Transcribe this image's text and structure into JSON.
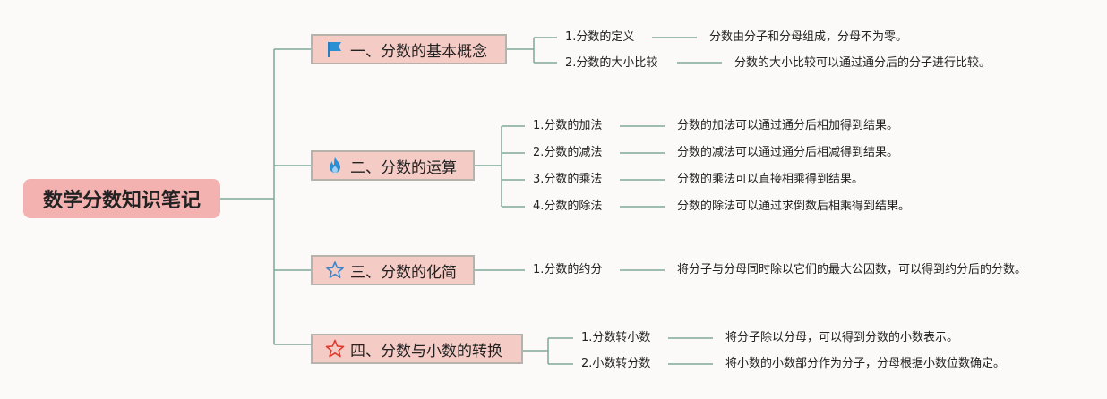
{
  "root": {
    "title": "数学分数知识笔记"
  },
  "branches": [
    {
      "title": "一、分数的基本概念",
      "icon": "flag-icon",
      "items": [
        {
          "label": "1.分数的定义",
          "desc": "分数由分子和分母组成，分母不为零。"
        },
        {
          "label": "2.分数的大小比较",
          "desc": "分数的大小比较可以通过通分后的分子进行比较。"
        }
      ]
    },
    {
      "title": "二、分数的运算",
      "icon": "flame-icon",
      "items": [
        {
          "label": "1.分数的加法",
          "desc": "分数的加法可以通过通分后相加得到结果。"
        },
        {
          "label": "2.分数的减法",
          "desc": "分数的减法可以通过通分后相减得到结果。"
        },
        {
          "label": "3.分数的乘法",
          "desc": "分数的乘法可以直接相乘得到结果。"
        },
        {
          "label": "4.分数的除法",
          "desc": "分数的除法可以通过求倒数后相乘得到结果。"
        }
      ]
    },
    {
      "title": "三、分数的化简",
      "icon": "star-outline-icon",
      "items": [
        {
          "label": "1.分数的约分",
          "desc": "将分子与分母同时除以它们的最大公因数，可以得到约分后的分数。"
        }
      ]
    },
    {
      "title": "四、分数与小数的转换",
      "icon": "red-star-icon",
      "items": [
        {
          "label": "1.分数转小数",
          "desc": "将分子除以分母，可以得到分数的小数表示。"
        },
        {
          "label": "2.小数转分数",
          "desc": "将小数的小数部分作为分子，分母根据小数位数确定。"
        }
      ]
    }
  ],
  "colors": {
    "root_fill": "#f3b2b0",
    "branch_fill": "#f4cbc5",
    "connector": "#7fa897"
  }
}
